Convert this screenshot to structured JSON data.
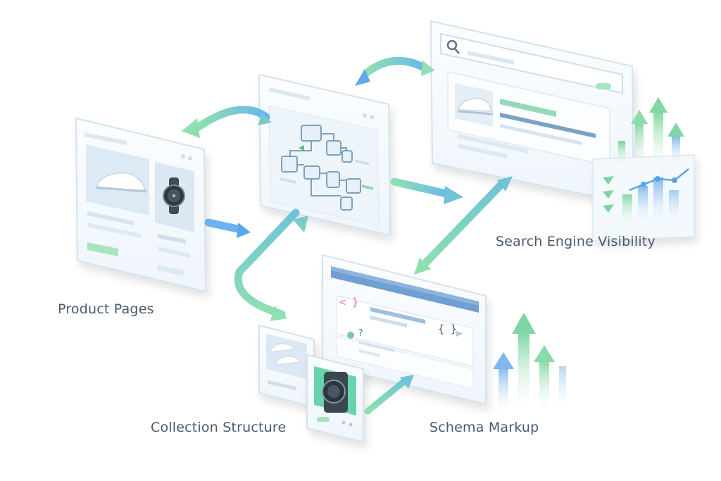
{
  "labels": {
    "product_pages": "Product Pages",
    "collection_structure": "Collection Structure",
    "schema_markup": "Schema Markup",
    "search_engine_visibility": "Search Engine Visibility"
  },
  "code": {
    "brace_tag": "< }",
    "json_braces": "{ }",
    "query_mark": "?"
  },
  "colors": {
    "green": "#7fdca3",
    "blue": "#5ea9ec",
    "card_border": "#d6e6f2",
    "label": "#4a5a6e"
  }
}
